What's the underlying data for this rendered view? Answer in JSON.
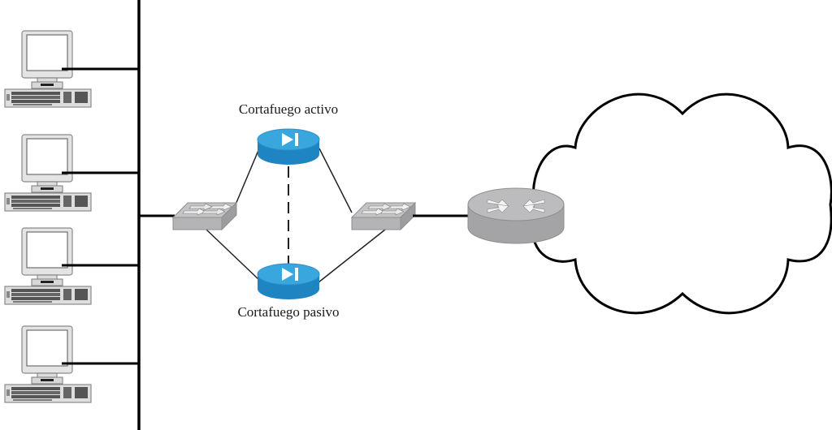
{
  "diagram": {
    "type": "network-topology",
    "language": "es",
    "nodes": {
      "workstations": [
        {
          "id": "pc-1",
          "icon": "desktop-computer-icon"
        },
        {
          "id": "pc-2",
          "icon": "desktop-computer-icon"
        },
        {
          "id": "pc-3",
          "icon": "desktop-computer-icon"
        },
        {
          "id": "pc-4",
          "icon": "desktop-computer-icon"
        }
      ],
      "lan_backbone": {
        "icon": "bus-line"
      },
      "switch_internal": {
        "icon": "switch-icon"
      },
      "switch_external": {
        "icon": "switch-icon"
      },
      "firewall_active": {
        "label": "Cortafuego activo",
        "icon": "firewall-icon"
      },
      "firewall_passive": {
        "label": "Cortafuego pasivo",
        "icon": "firewall-icon"
      },
      "router": {
        "icon": "router-icon"
      },
      "external_network": {
        "icon": "cloud-icon"
      }
    },
    "links": [
      {
        "from": "pc-1",
        "to": "lan_backbone",
        "style": "solid-thick"
      },
      {
        "from": "pc-2",
        "to": "lan_backbone",
        "style": "solid-thick"
      },
      {
        "from": "pc-3",
        "to": "lan_backbone",
        "style": "solid-thick"
      },
      {
        "from": "pc-4",
        "to": "lan_backbone",
        "style": "solid-thick"
      },
      {
        "from": "lan_backbone",
        "to": "switch_internal",
        "style": "solid-thick"
      },
      {
        "from": "switch_internal",
        "to": "firewall_active",
        "style": "solid-thin"
      },
      {
        "from": "switch_internal",
        "to": "firewall_passive",
        "style": "solid-thin"
      },
      {
        "from": "firewall_active",
        "to": "switch_external",
        "style": "solid-thin"
      },
      {
        "from": "firewall_passive",
        "to": "switch_external",
        "style": "solid-thin"
      },
      {
        "from": "firewall_active",
        "to": "firewall_passive",
        "style": "dashed"
      },
      {
        "from": "switch_external",
        "to": "router",
        "style": "solid-thick"
      },
      {
        "from": "router",
        "to": "external_network",
        "style": "attached"
      }
    ],
    "colors": {
      "firewall_top": "#3aa6de",
      "firewall_side": "#1f84c2",
      "device_gray_top": "#b9b9bb",
      "device_gray_side": "#a2a2a4",
      "line": "#000000"
    }
  }
}
